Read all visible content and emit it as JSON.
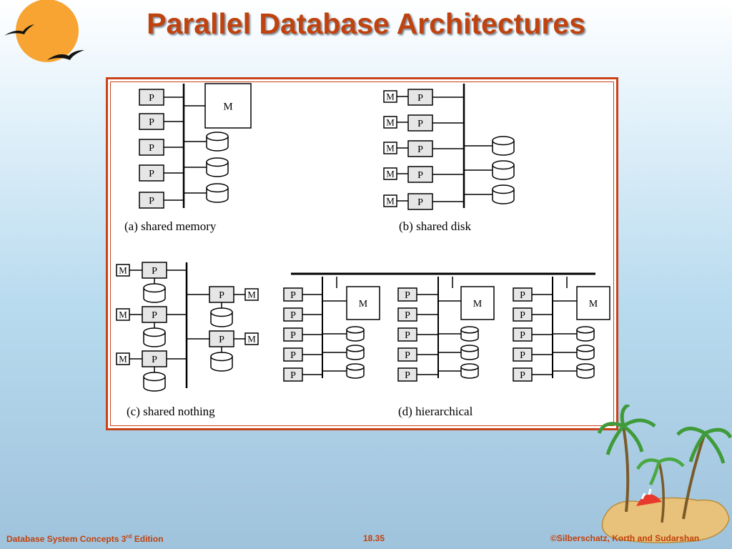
{
  "slide": {
    "title": "Parallel Database Architectures"
  },
  "diagram": {
    "processor_label": "P",
    "memory_label": "M",
    "panels": {
      "a": {
        "caption": "(a) shared memory"
      },
      "b": {
        "caption": "(b) shared disk"
      },
      "c": {
        "caption": "(c) shared nothing"
      },
      "d": {
        "caption": "(d) hierarchical"
      }
    }
  },
  "footer": {
    "book_title": "Database System Concepts 3",
    "edition_sup": "rd",
    "edition_rest": " Edition",
    "page_number": "18.35",
    "copyright": "©Silberschatz, Korth and Sudarshan"
  },
  "colors": {
    "title": "#c0420e",
    "frame_border": "#c8421a",
    "sun": "#f7a432",
    "processor_fill": "#e6e6e6"
  }
}
